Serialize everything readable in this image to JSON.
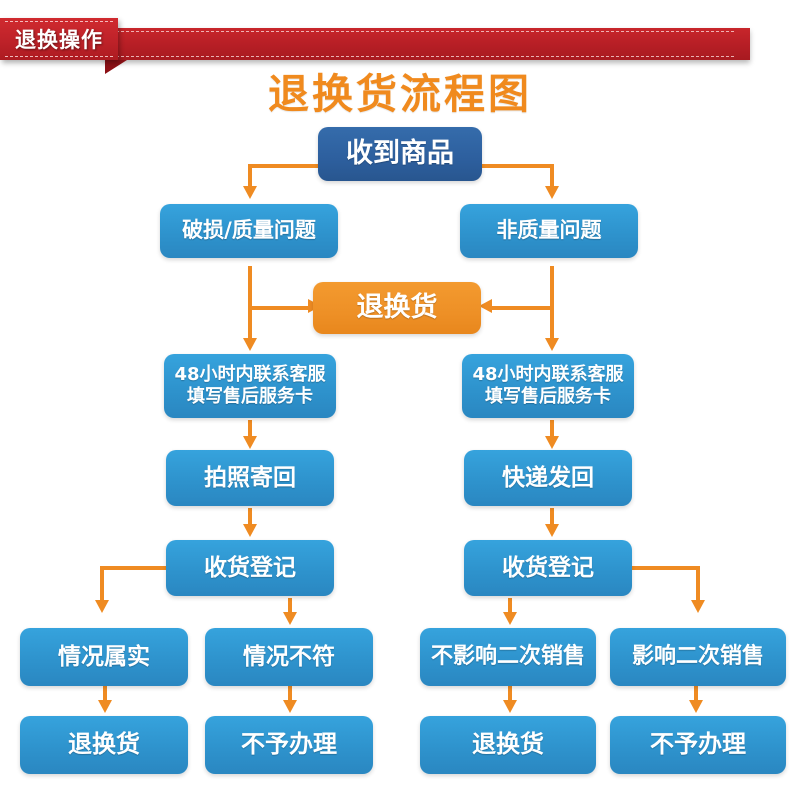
{
  "banner": {
    "tab_label": "退换操作",
    "band_color": "#b81f26",
    "tab_color": "#c0232a"
  },
  "title": "退换货流程图",
  "colors": {
    "title": "#f08a1e",
    "blue": "#2e93cd",
    "dark_blue": "#2d5f9e",
    "orange": "#ee9026",
    "arrow": "#ef8b22",
    "background": "#ffffff"
  },
  "chart_data": {
    "type": "diagram",
    "title": "退换货流程图",
    "nodes": [
      {
        "id": "n1",
        "label": "收到商品",
        "style": "dark-blue",
        "row": 1,
        "column": "center"
      },
      {
        "id": "n2",
        "label": "破损/质量问题",
        "style": "blue",
        "row": 2,
        "column": "left"
      },
      {
        "id": "n3",
        "label": "非质量问题",
        "style": "blue",
        "row": 2,
        "column": "right"
      },
      {
        "id": "n4",
        "label": "退换货",
        "style": "orange",
        "row": 3,
        "column": "center"
      },
      {
        "id": "n5",
        "label": "48小时内联系客服\n填写售后服务卡",
        "style": "blue",
        "row": 4,
        "column": "left"
      },
      {
        "id": "n6",
        "label": "48小时内联系客服\n填写售后服务卡",
        "style": "blue",
        "row": 4,
        "column": "right"
      },
      {
        "id": "n7",
        "label": "拍照寄回",
        "style": "blue",
        "row": 5,
        "column": "left"
      },
      {
        "id": "n8",
        "label": "快递发回",
        "style": "blue",
        "row": 5,
        "column": "right"
      },
      {
        "id": "n9",
        "label": "收货登记",
        "style": "blue",
        "row": 6,
        "column": "left"
      },
      {
        "id": "n10",
        "label": "收货登记",
        "style": "blue",
        "row": 6,
        "column": "right"
      },
      {
        "id": "n11",
        "label": "情况属实",
        "style": "blue",
        "row": 7,
        "column": "col1"
      },
      {
        "id": "n12",
        "label": "情况不符",
        "style": "blue",
        "row": 7,
        "column": "col2"
      },
      {
        "id": "n13",
        "label": "不影响二次销售",
        "style": "blue",
        "row": 7,
        "column": "col3"
      },
      {
        "id": "n14",
        "label": "影响二次销售",
        "style": "blue",
        "row": 7,
        "column": "col4"
      },
      {
        "id": "n15",
        "label": "退换货",
        "style": "blue",
        "row": 8,
        "column": "col1"
      },
      {
        "id": "n16",
        "label": "不予办理",
        "style": "blue",
        "row": 8,
        "column": "col2"
      },
      {
        "id": "n17",
        "label": "退换货",
        "style": "blue",
        "row": 8,
        "column": "col3"
      },
      {
        "id": "n18",
        "label": "不予办理",
        "style": "blue",
        "row": 8,
        "column": "col4"
      }
    ],
    "edges": [
      {
        "from": "n1",
        "to": "n2"
      },
      {
        "from": "n1",
        "to": "n3"
      },
      {
        "from": "n2",
        "to": "n4"
      },
      {
        "from": "n3",
        "to": "n4"
      },
      {
        "from": "n2",
        "to": "n5"
      },
      {
        "from": "n3",
        "to": "n6"
      },
      {
        "from": "n5",
        "to": "n7"
      },
      {
        "from": "n6",
        "to": "n8"
      },
      {
        "from": "n7",
        "to": "n9"
      },
      {
        "from": "n8",
        "to": "n10"
      },
      {
        "from": "n9",
        "to": "n11"
      },
      {
        "from": "n9",
        "to": "n12"
      },
      {
        "from": "n10",
        "to": "n13"
      },
      {
        "from": "n10",
        "to": "n14"
      },
      {
        "from": "n11",
        "to": "n15"
      },
      {
        "from": "n12",
        "to": "n16"
      },
      {
        "from": "n13",
        "to": "n17"
      },
      {
        "from": "n14",
        "to": "n18"
      }
    ]
  }
}
